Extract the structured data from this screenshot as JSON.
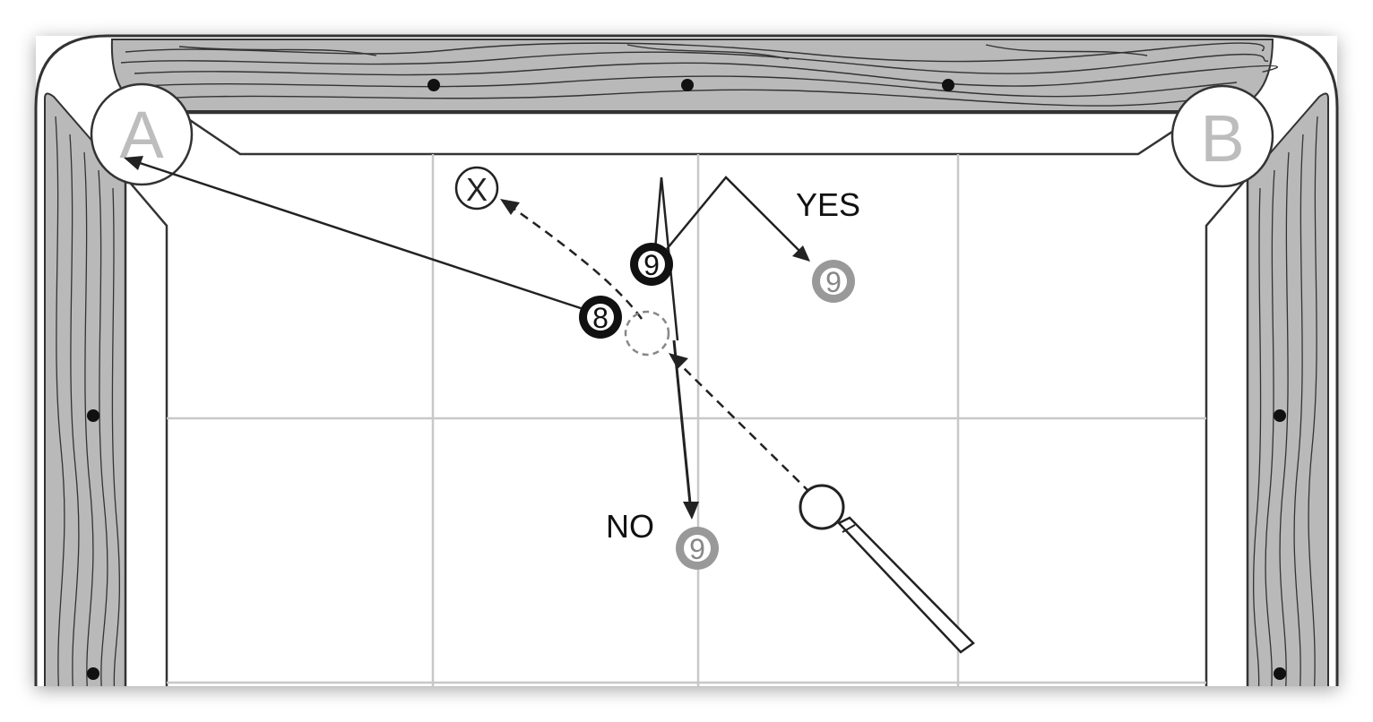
{
  "diagram": {
    "pockets": {
      "left": "A",
      "right": "B"
    },
    "labels": {
      "yes": "YES",
      "no": "NO"
    },
    "balls": {
      "eight": "8",
      "nine": "9",
      "nine_yes": "9",
      "nine_no": "9",
      "x_marker": "X"
    },
    "colors": {
      "rail_wood": "#b9b9b9",
      "table_outline": "#333333",
      "grid": "#c8c8c8",
      "ghost": "#888888",
      "pocket_letter": "#bdbdbd"
    }
  }
}
